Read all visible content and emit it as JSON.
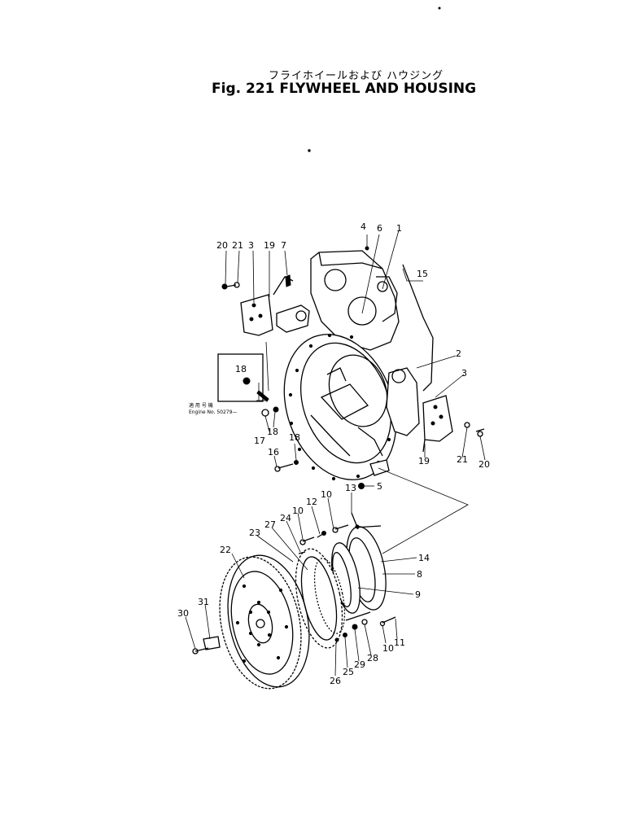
{
  "title_jp": "フライホイールおよび ハウジング",
  "title_en": "Fig. 221  FLYWHEEL  AND  HOUSING",
  "inset": {
    "line1": "適 用 号 機",
    "line2": "Engine  No.  50279—"
  },
  "callouts": {
    "c1": "1",
    "c2": "2",
    "c3a": "3",
    "c3b": "3",
    "c4": "4",
    "c5": "5",
    "c6": "6",
    "c7": "7",
    "c8": "8",
    "c9": "9",
    "c10a": "10",
    "c10b": "10",
    "c11": "11",
    "c12": "12",
    "c13": "13",
    "c14": "14",
    "c15": "15",
    "c16": "16",
    "c17": "17",
    "c18a": "18",
    "c18b": "18",
    "c18c": "18",
    "c19a": "19",
    "c19b": "19",
    "c20a": "20",
    "c20b": "20",
    "c21a": "21",
    "c21b": "21",
    "c22": "22",
    "c23": "23",
    "c24": "24",
    "c25": "25",
    "c26": "26",
    "c27": "27",
    "c28": "28",
    "c29": "29",
    "c30": "30",
    "c31": "31",
    "c10c": "10"
  }
}
